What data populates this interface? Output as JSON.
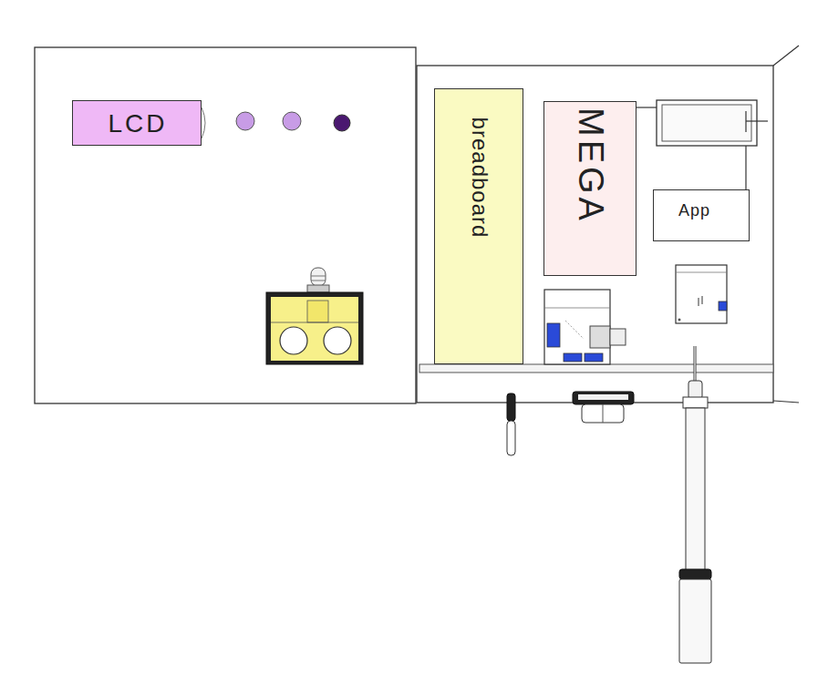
{
  "diagram": {
    "nodes": [
      {
        "text": [
          "LCD"
        ]
      },
      {
        "text": [
          "breadboard"
        ]
      },
      {
        "text": [
          "MEGA"
        ]
      },
      {
        "text": [
          "App"
        ]
      }
    ]
  }
}
